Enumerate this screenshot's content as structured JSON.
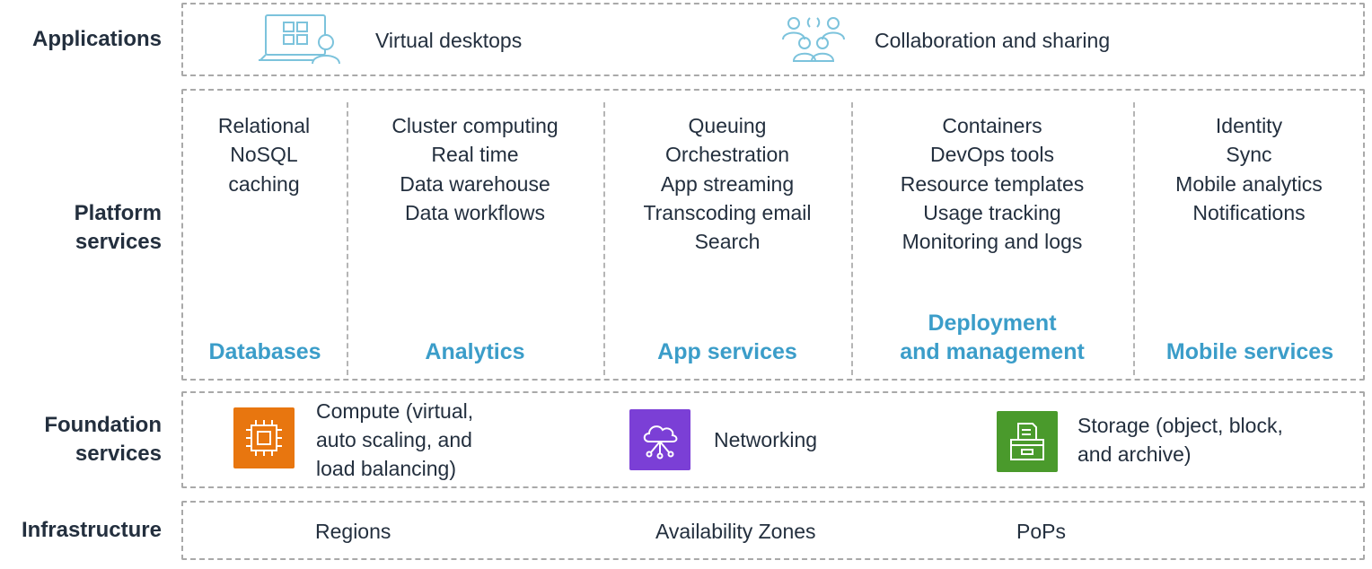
{
  "applications": {
    "label": "Applications",
    "items": [
      {
        "icon": "virtual-desktop-icon",
        "label": "Virtual desktops"
      },
      {
        "icon": "collaboration-icon",
        "label": "Collaboration and sharing"
      }
    ]
  },
  "platform": {
    "label_line1": "Platform",
    "label_line2": "services",
    "columns": [
      {
        "items": [
          "Relational",
          "NoSQL",
          "caching"
        ],
        "title": "Databases"
      },
      {
        "items": [
          "Cluster computing",
          "Real time",
          "Data warehouse",
          "Data workflows"
        ],
        "title": "Analytics"
      },
      {
        "items": [
          "Queuing",
          "Orchestration",
          "App streaming",
          "Transcoding email",
          "Search"
        ],
        "title": "App services"
      },
      {
        "items": [
          "Containers",
          "DevOps tools",
          "Resource templates",
          "Usage tracking",
          "Monitoring and logs"
        ],
        "title_line1": "Deployment",
        "title_line2": "and management"
      },
      {
        "items": [
          "Identity",
          "Sync",
          "Mobile analytics",
          "Notifications"
        ],
        "title": "Mobile services"
      }
    ]
  },
  "foundation": {
    "label_line1": "Foundation",
    "label_line2": "services",
    "items": [
      {
        "icon": "compute-chip-icon",
        "color": "#e8760f",
        "lines": [
          "Compute (virtual,",
          "auto scaling, and",
          "load balancing)"
        ]
      },
      {
        "icon": "network-cloud-icon",
        "color": "#7b3fd6",
        "lines": [
          "Networking"
        ]
      },
      {
        "icon": "storage-icon",
        "color": "#4a9a2c",
        "lines": [
          "Storage (object, block,",
          "and archive)"
        ]
      }
    ]
  },
  "infrastructure": {
    "label": "Infrastructure",
    "items": [
      "Regions",
      "Availability Zones",
      "PoPs"
    ]
  },
  "colors": {
    "title_blue": "#3b9dc9",
    "icon_line_blue": "#7cc3dc",
    "text_dark": "#232f3e",
    "border_gray": "#a9a9a9"
  }
}
